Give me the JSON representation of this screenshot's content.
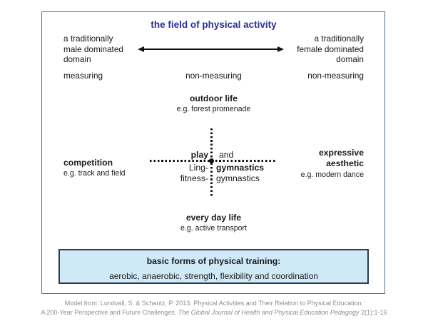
{
  "title": "the field of physical activity",
  "axes": {
    "male_pole": "a traditionally\nmale dominated\ndomain",
    "female_pole": "a traditionally\nfemale dominated\ndomain",
    "measuring_left": "measuring",
    "measuring_center": "non-measuring",
    "measuring_right": "non-measuring"
  },
  "quadrants": {
    "top": {
      "label": "outdoor life",
      "example": "e.g. forest promenade"
    },
    "left": {
      "label": "competition",
      "example": "e.g. track and field"
    },
    "right": {
      "label": "expressive\naesthetic",
      "example": "e.g. modern dance"
    },
    "bottom": {
      "label": "every day life",
      "example": "e.g. active transport"
    }
  },
  "center_cross": {
    "top_left": "play",
    "top_right": "and",
    "mid_left": "Ling-",
    "mid_right": "gymnastics",
    "bottom_left": "fitness-",
    "bottom_right": "gymnastics"
  },
  "training_box": {
    "heading": "basic forms of physical training:",
    "items": "aerobic, anaerobic, strength, flexibility and coordination"
  },
  "caption": {
    "line1": "Model from: Lundvall, S. & Schantz, P. 2013. Physical Activities and Their Relation to Physical Education:",
    "line2_prefix": "A 200-Year Perspective and Future Challenges. ",
    "line2_italic": "The Global Journal of Health and Physical Education Pedagogy",
    "line2_suffix": " 2(1):1-16"
  },
  "colors": {
    "title_text": "#2e2e99",
    "body_text": "#1a1a1a",
    "caption_text": "#8f8f8f",
    "frame_border": "#527191",
    "training_fill": "#cfe9f7",
    "training_border": "#2b3c50"
  }
}
